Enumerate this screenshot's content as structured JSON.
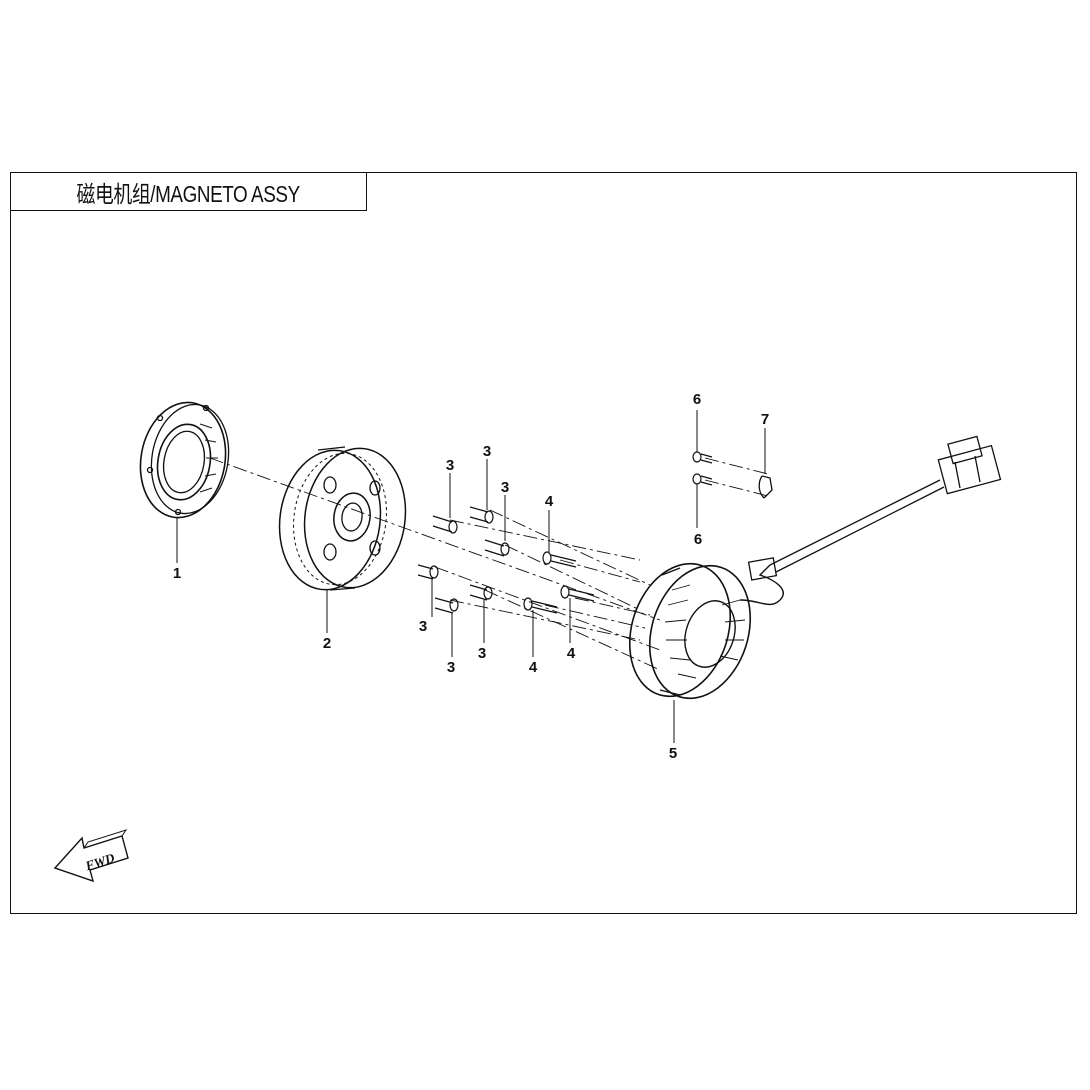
{
  "title": "磁电机组/MAGNETO ASSY",
  "fwd_label": "FWD",
  "callouts": [
    {
      "id": "c1",
      "text": "1"
    },
    {
      "id": "c2",
      "text": "2"
    },
    {
      "id": "c3a",
      "text": "3"
    },
    {
      "id": "c3b",
      "text": "3"
    },
    {
      "id": "c3c",
      "text": "3"
    },
    {
      "id": "c3d",
      "text": "3"
    },
    {
      "id": "c3e",
      "text": "3"
    },
    {
      "id": "c3f",
      "text": "3"
    },
    {
      "id": "c4a",
      "text": "4"
    },
    {
      "id": "c4b",
      "text": "4"
    },
    {
      "id": "c4c",
      "text": "4"
    },
    {
      "id": "c5",
      "text": "5"
    },
    {
      "id": "c6a",
      "text": "6"
    },
    {
      "id": "c6b",
      "text": "6"
    },
    {
      "id": "c7",
      "text": "7"
    }
  ],
  "colors": {
    "line": "#111111",
    "background": "#ffffff"
  }
}
